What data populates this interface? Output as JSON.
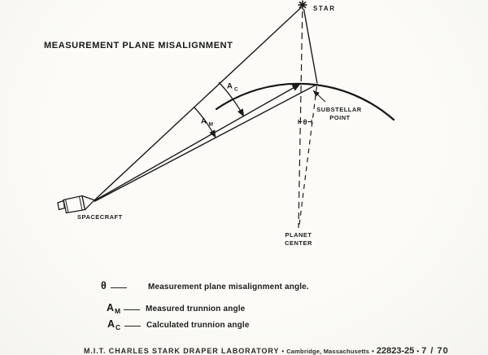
{
  "page": {
    "title": "MEASUREMENT PLANE MISALIGNMENT",
    "ink_color": "#1c1c1c",
    "paper_color": "#fbfaf6"
  },
  "diagram": {
    "labels": {
      "star": "STAR",
      "spacecraft": "SPACECRAFT",
      "substellar_line1": "SUBSTELLAR",
      "substellar_line2": "POINT",
      "planet_center_line1": "PLANET",
      "planet_center_line2": "CENTER",
      "theta": "θ",
      "am_main": "A",
      "am_sub": "M",
      "ac_main": "A",
      "ac_sub": "C"
    },
    "icons": [
      "star-icon",
      "spacecraft-icon"
    ]
  },
  "legend": {
    "items": [
      {
        "symbol": "θ",
        "subscript": "",
        "description": "Measurement plane misalignment angle."
      },
      {
        "symbol": "A",
        "subscript": "M",
        "description": "Measured trunnion angle"
      },
      {
        "symbol": "A",
        "subscript": "C",
        "description": "Calculated trunnion angle"
      }
    ]
  },
  "footer": {
    "organization": "M.I.T. CHARLES STARK DRAPER LABORATORY",
    "separator1": "•",
    "location": "Cambridge, Massachusetts",
    "separator2": "•",
    "document_number": "22823-25",
    "separator3": "•",
    "date_code": "7 / 70"
  }
}
